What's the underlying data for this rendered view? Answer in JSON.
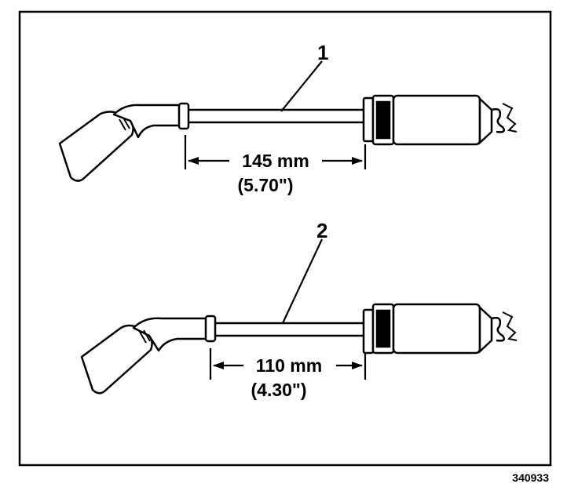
{
  "figure_number": "340933",
  "assemblies": [
    {
      "callout": "1",
      "dimension_metric": "145 mm",
      "dimension_imperial": "(5.70\")"
    },
    {
      "callout": "2",
      "dimension_metric": "110 mm",
      "dimension_imperial": "(4.30\")"
    }
  ],
  "colors": {
    "line": "#000000",
    "background": "#ffffff"
  }
}
